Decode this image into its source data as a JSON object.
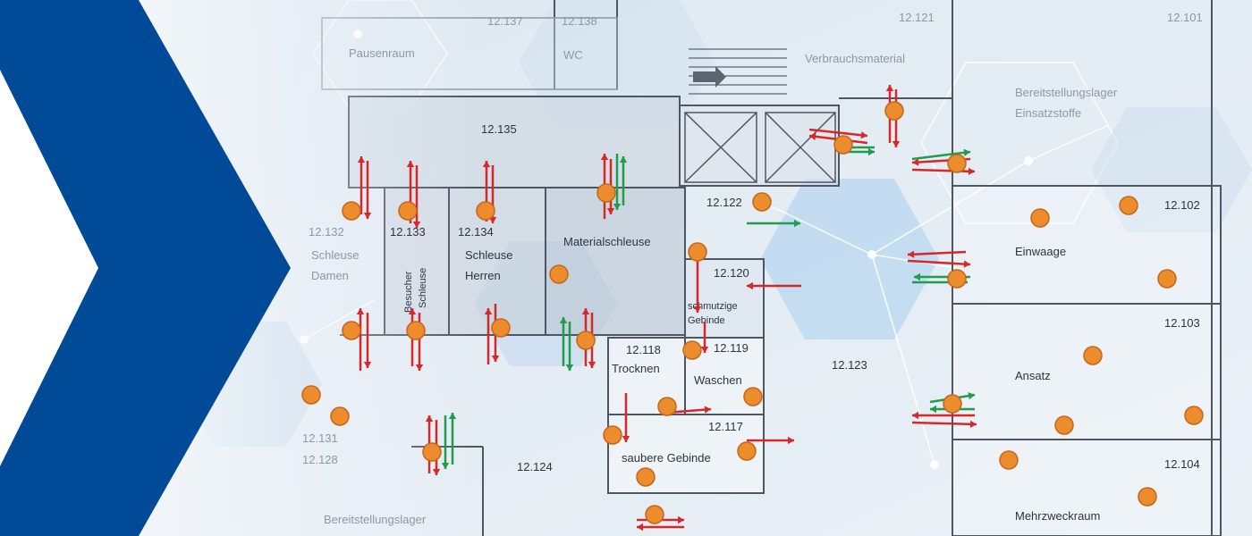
{
  "brand": {
    "chevron_color": "#004a98",
    "background_color": "#e4edf5"
  },
  "markers": {
    "color": "#ec8c2c",
    "stroke": "#c5661c"
  },
  "arrows": {
    "red": "#d62828",
    "green": "#1f9c4c"
  },
  "rooms": {
    "pausenraum": "Pausenraum",
    "wc": "WC",
    "verbrauchsmaterial": "Verbrauchsmaterial",
    "bereitstellung_top_1": "Bereitstellungslager",
    "bereitstellung_top_2": "Einsatzstoffe",
    "r12135": "12.135",
    "r12132": "12.132",
    "schleuse_damen_1": "Schleuse",
    "schleuse_damen_2": "Damen",
    "r12133": "12.133",
    "besucher": "Besucher",
    "schleuse_v": "Schleuse",
    "r12134": "12.134",
    "schleuse_herren_1": "Schleuse",
    "schleuse_herren_2": "Herren",
    "materialschleuse": "Materialschleuse",
    "r12122": "12.122",
    "r12120": "12.120",
    "schmutzige_1": "schmutzige",
    "schmutzige_2": "Gebinde",
    "r12118": "12.118",
    "trocknen": "Trocknen",
    "r12119": "12.119",
    "waschen": "Waschen",
    "r12117": "12.117",
    "saubere": "saubere Gebinde",
    "r12123": "12.123",
    "r12124": "12.124",
    "r12131": "12.131",
    "r12128": "12.128",
    "bereitstellung_bottom": "Bereitstellungslager",
    "r12102": "12.102",
    "einwaage": "Einwaage",
    "r12103": "12.103",
    "ansatz": "Ansatz",
    "r12104": "12.104",
    "mehrzweck": "Mehrzweckraum",
    "r12101": "12.101",
    "r12137": "12.137",
    "r12138": "12.138",
    "r12121": "12.121"
  }
}
